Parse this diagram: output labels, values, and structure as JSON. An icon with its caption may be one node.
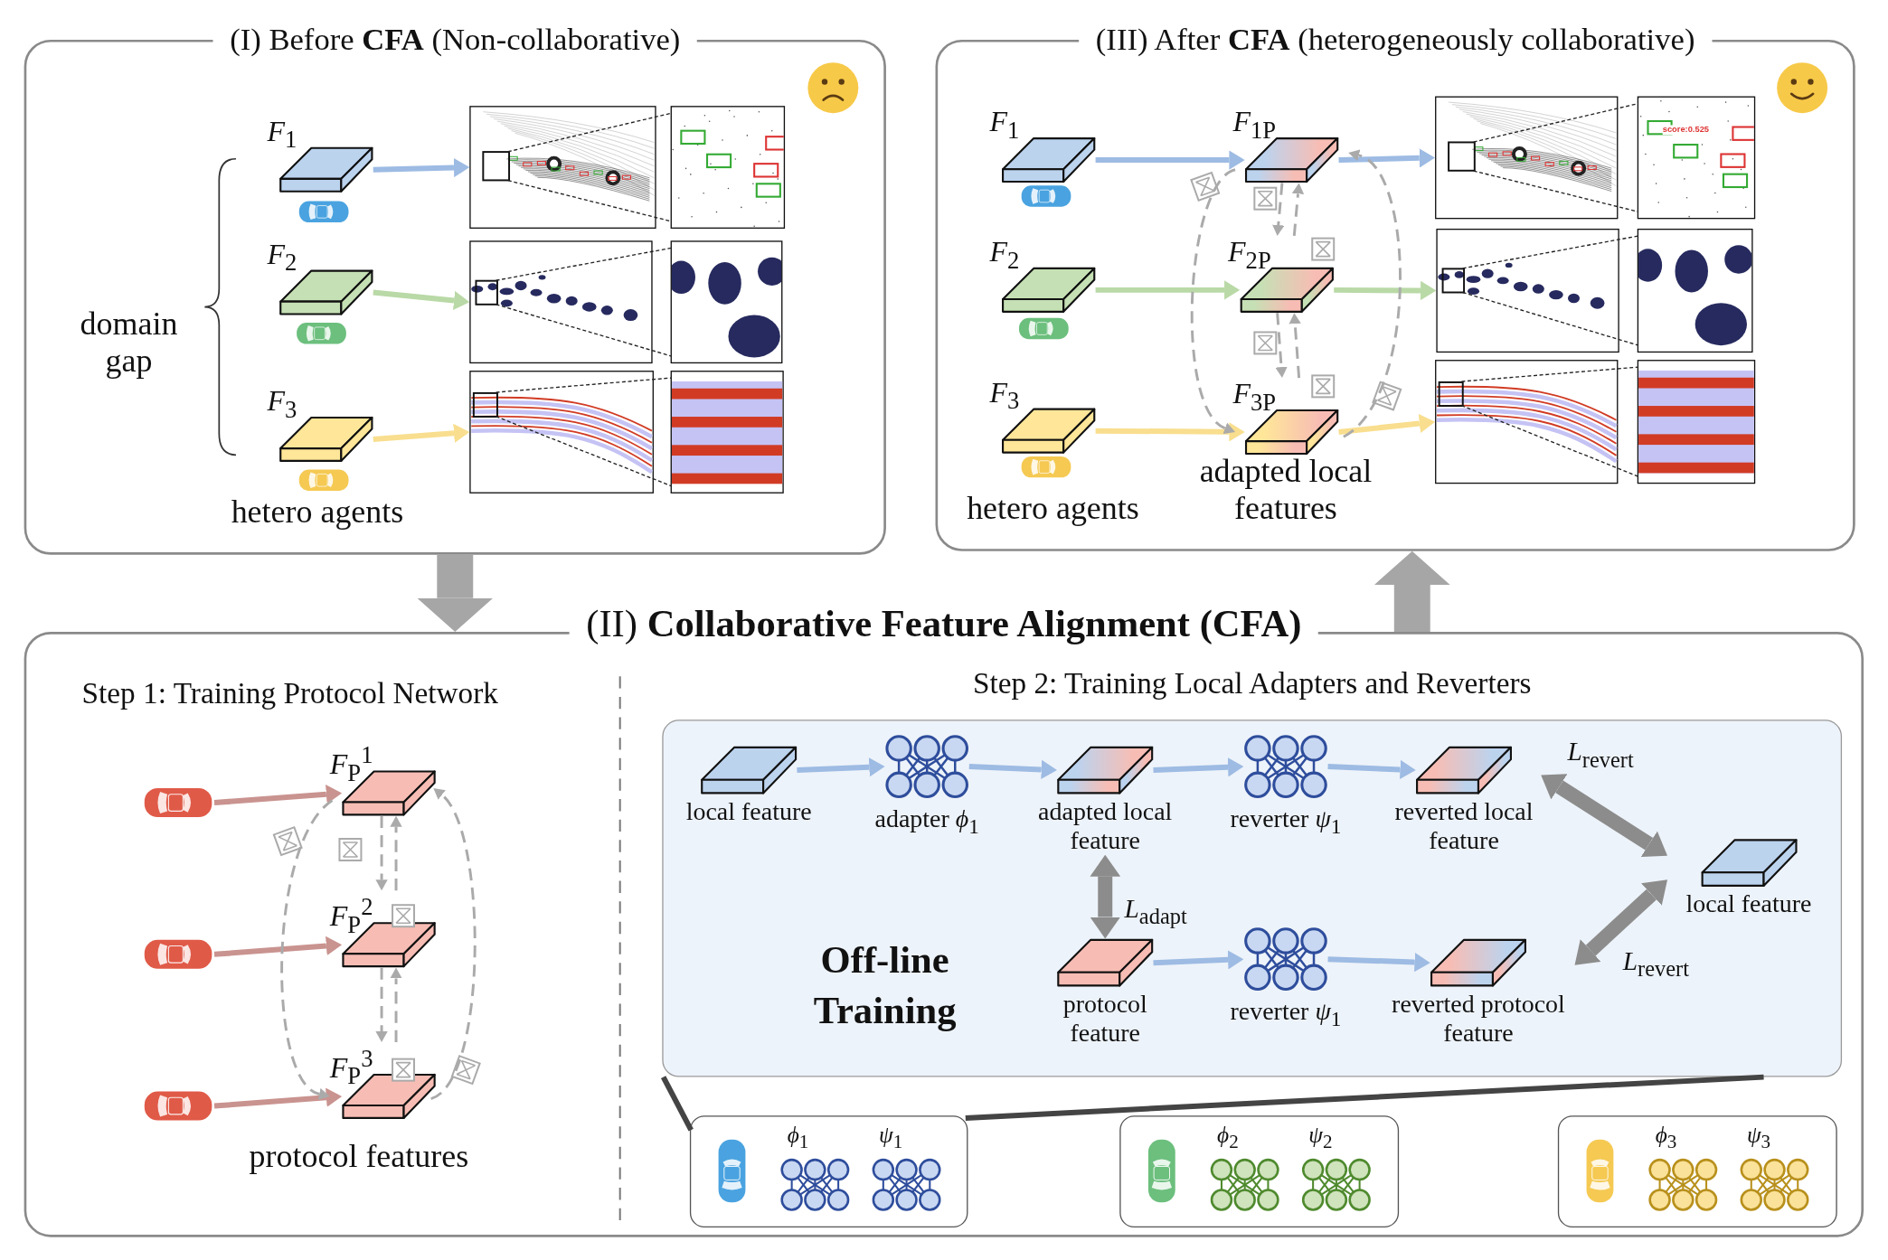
{
  "diagram": {
    "nodes": [
      {
        "text": [
          "(I)  Before **CFA** (Non-collaborative)"
        ]
      },
      {
        "text": [
          "*F*$_{1}$"
        ],
        "in": 0
      },
      {
        "text": [
          "*F*$_{2}$"
        ],
        "in": 0
      },
      {
        "text": [
          "*F*$_{3}$"
        ],
        "in": 0
      },
      {
        "text": [],
        "shape": "picture",
        "in": 0
      },
      {
        "text": [],
        "shape": "picture",
        "in": 0
      },
      {
        "text": [],
        "shape": "picture",
        "in": 0
      },
      {
        "text": [
          "(III)  After **CFA** (heterogeneously collaborative)"
        ]
      },
      {
        "text": [
          "*F*$_{1}$"
        ],
        "in": 7
      },
      {
        "text": [
          "*F*$_{2}$"
        ],
        "in": 7
      },
      {
        "text": [
          "*F*$_{3}$"
        ],
        "in": 7
      },
      {
        "text": [
          "*F*$_{1P}$"
        ],
        "in": 7
      },
      {
        "text": [
          "*F*$_{2P}$"
        ],
        "in": 7
      },
      {
        "text": [
          "*F*$_{3P}$"
        ],
        "in": 7
      },
      {
        "text": [],
        "shape": "picture",
        "in": 7
      },
      {
        "text": [],
        "shape": "picture",
        "in": 7
      },
      {
        "text": [],
        "shape": "picture",
        "in": 7
      },
      {
        "text": [
          "(II)  **Collaborative Feature Alignment (CFA)**"
        ]
      },
      {
        "text": [],
        "shape": "picture",
        "in": 17
      },
      {
        "text": [],
        "shape": "picture",
        "in": 17
      },
      {
        "text": [],
        "shape": "picture",
        "in": 17
      },
      {
        "text": [
          "*F*$_{P}$$^{1}$"
        ],
        "in": 17
      },
      {
        "text": [
          "*F*$_{P}$$^{2}$"
        ],
        "in": 17
      },
      {
        "text": [
          "*F*$_{P}$$^{3}$"
        ],
        "in": 17
      },
      {
        "text": [
          "Step 2: Training Local Adapters and Reverters",
          "Off-line Training"
        ],
        "in": 17
      },
      {
        "text": [
          "local feature"
        ],
        "in": 24
      },
      {
        "text": [
          "adapter *ϕ*$_{1}$"
        ],
        "in": 24
      },
      {
        "text": [
          "adapted local feature"
        ],
        "in": 24
      },
      {
        "text": [
          "reverter *ψ*$_{1}$"
        ],
        "in": 24
      },
      {
        "text": [
          "reverted local feature"
        ],
        "in": 24
      },
      {
        "text": [
          "local feature"
        ],
        "in": 24
      },
      {
        "text": [
          "protocol feature"
        ],
        "in": 24
      },
      {
        "text": [
          "reverter *ψ*$_{1}$"
        ],
        "in": 24
      },
      {
        "text": [
          "reverted protocol feature"
        ],
        "in": 24
      },
      {
        "text": [
          "*ϕ*$_{1}$",
          "*ψ*$_{1}$"
        ],
        "in": 17
      },
      {
        "text": [
          "*ϕ*$_{2}$",
          "*ψ*$_{2}$"
        ],
        "in": 17
      },
      {
        "text": [
          "*ϕ*$_{3}$",
          "*ψ*$_{3}$"
        ],
        "in": 17
      }
    ],
    "edges": [
      {
        "from": 1,
        "to": 4,
        "arrow": "to",
        "color": "#9dbbe3"
      },
      {
        "from": 2,
        "to": 5,
        "arrow": "to",
        "color": "#b9d9a6"
      },
      {
        "from": 3,
        "to": 6,
        "arrow": "to",
        "color": "#f8de8e"
      },
      {
        "from": 8,
        "to": 11,
        "arrow": "to",
        "color": "#9dbbe3"
      },
      {
        "from": 9,
        "to": 12,
        "arrow": "to",
        "color": "#b9d9a6"
      },
      {
        "from": 10,
        "to": 13,
        "arrow": "to",
        "color": "#f8de8e"
      },
      {
        "from": 11,
        "to": 14,
        "arrow": "to",
        "color": "#9dbbe3"
      },
      {
        "from": 12,
        "to": 15,
        "arrow": "to",
        "color": "#b9d9a6"
      },
      {
        "from": 13,
        "to": 16,
        "arrow": "to",
        "color": "#f8de8e"
      },
      {
        "from": 11,
        "to": 12,
        "arrow": "to",
        "style": "dashed"
      },
      {
        "from": 12,
        "to": 11,
        "arrow": "to",
        "style": "dashed"
      },
      {
        "from": 12,
        "to": 13,
        "arrow": "to",
        "style": "dashed"
      },
      {
        "from": 13,
        "to": 12,
        "arrow": "to",
        "style": "dashed"
      },
      {
        "from": 11,
        "to": 13,
        "arrow": "to",
        "style": "dashed"
      },
      {
        "from": 13,
        "to": 11,
        "arrow": "to",
        "style": "dashed"
      },
      {
        "from": 0,
        "to": 17,
        "arrow": "to",
        "style": "thick",
        "color": "#a6a6a6"
      },
      {
        "from": 17,
        "to": 7,
        "arrow": "to",
        "style": "thick",
        "color": "#a6a6a6"
      },
      {
        "from": 18,
        "to": 21,
        "arrow": "to",
        "color": "#c9938f"
      },
      {
        "from": 19,
        "to": 22,
        "arrow": "to",
        "color": "#c9938f"
      },
      {
        "from": 20,
        "to": 23,
        "arrow": "to",
        "color": "#c9938f"
      },
      {
        "from": 21,
        "to": 22,
        "arrow": "to",
        "style": "dashed"
      },
      {
        "from": 22,
        "to": 21,
        "arrow": "to",
        "style": "dashed"
      },
      {
        "from": 22,
        "to": 23,
        "arrow": "to",
        "style": "dashed"
      },
      {
        "from": 23,
        "to": 22,
        "arrow": "to",
        "style": "dashed"
      },
      {
        "from": 21,
        "to": 23,
        "arrow": "to",
        "style": "dashed"
      },
      {
        "from": 23,
        "to": 21,
        "arrow": "to",
        "style": "dashed"
      },
      {
        "from": 25,
        "to": 26,
        "arrow": "to",
        "color": "#9dbbe3"
      },
      {
        "from": 26,
        "to": 27,
        "arrow": "to",
        "color": "#9dbbe3"
      },
      {
        "from": 27,
        "to": 28,
        "arrow": "to",
        "color": "#9dbbe3"
      },
      {
        "from": 28,
        "to": 29,
        "arrow": "to",
        "color": "#9dbbe3"
      },
      {
        "from": 29,
        "to": 30,
        "arrow": "both",
        "style": "thick",
        "color": "#8c8c8c",
        "label": "*L*$_{revert}$"
      },
      {
        "from": 27,
        "to": 31,
        "arrow": "both",
        "style": "thick",
        "color": "#8c8c8c",
        "label": "*L*$_{adapt}$"
      },
      {
        "from": 31,
        "to": 32,
        "arrow": "to",
        "color": "#9dbbe3"
      },
      {
        "from": 32,
        "to": 33,
        "arrow": "to",
        "color": "#9dbbe3"
      },
      {
        "from": 33,
        "to": 30,
        "arrow": "both",
        "style": "thick",
        "color": "#8c8c8c",
        "label": "*L*$_{revert}$"
      },
      {
        "from": 24,
        "to": 34,
        "arrow": "none",
        "color": "#444444"
      },
      {
        "from": 24,
        "to": 34,
        "arrow": "none",
        "color": "#444444"
      }
    ],
    "labels": [
      "domain gap",
      "hetero agents",
      "score:0.525",
      "hetero agents",
      "adapted local features",
      "Step 1: Training Protocol Network",
      "protocol features"
    ]
  }
}
